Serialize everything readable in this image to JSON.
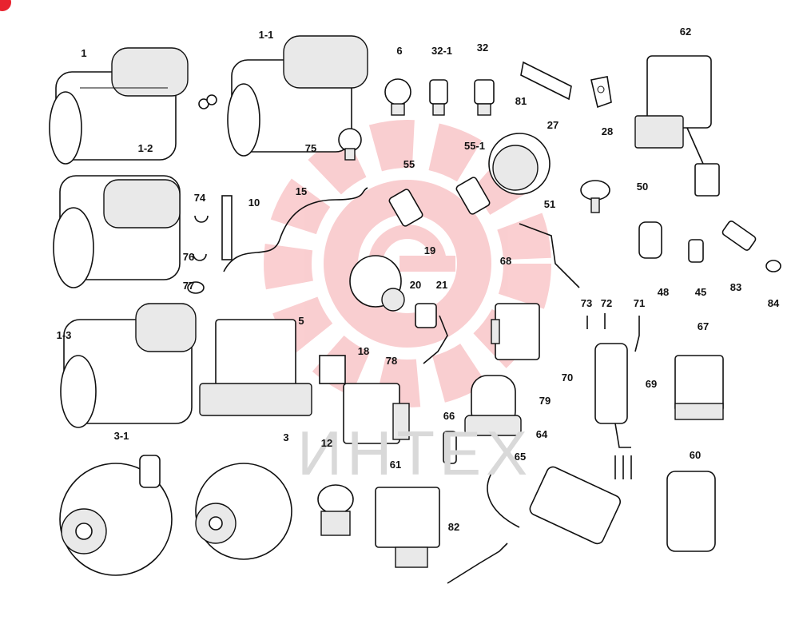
{
  "watermark": {
    "text": "ИНТЕХ",
    "color": "#e8232f"
  },
  "accent_badge_color": "#e8232f",
  "callouts": [
    "1",
    "1-1",
    "1-2",
    "1-3",
    "3-1",
    "3",
    "5",
    "6",
    "32-1",
    "32",
    "27",
    "28",
    "62",
    "81",
    "75",
    "15",
    "10",
    "74",
    "76",
    "77",
    "55",
    "55-1",
    "51",
    "50",
    "48",
    "45",
    "83",
    "84",
    "19",
    "20",
    "21",
    "18",
    "68",
    "70",
    "73",
    "72",
    "71",
    "69",
    "67",
    "78",
    "79",
    "66",
    "64",
    "65",
    "12",
    "61",
    "82",
    "60"
  ]
}
